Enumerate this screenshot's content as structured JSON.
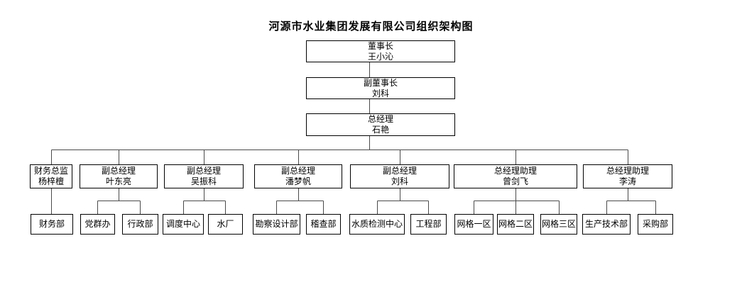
{
  "title": "河源市水业集团发展有限公司组织架构图",
  "colors": {
    "background": "#ffffff",
    "box_border": "#000000",
    "connector_line": "#4a4a4a",
    "text": "#000000"
  },
  "org": {
    "chairman": {
      "title": "董事长",
      "name": "王小沁"
    },
    "vice_chairman": {
      "title": "副董事长",
      "name": "刘科"
    },
    "general_manager": {
      "title": "总经理",
      "name": "石艳"
    },
    "executives": [
      {
        "title": "财务总监",
        "name": "杨梓檀",
        "departments": [
          "财务部"
        ]
      },
      {
        "title": "副总经理",
        "name": "叶东亮",
        "departments": [
          "党群办",
          "行政部"
        ]
      },
      {
        "title": "副总经理",
        "name": "吴振科",
        "departments": [
          "调度中心",
          "水厂"
        ]
      },
      {
        "title": "副总经理",
        "name": "潘梦帆",
        "departments": [
          "勘察设计部",
          "稽查部"
        ]
      },
      {
        "title": "副总经理",
        "name": "刘科",
        "departments": [
          "水质检测中心",
          "工程部"
        ]
      },
      {
        "title": "总经理助理",
        "name": "曾剑飞",
        "departments": [
          "网格一区",
          "网格二区",
          "网格三区"
        ]
      },
      {
        "title": "总经理助理",
        "name": "李涛",
        "departments": [
          "生产技术部",
          "采购部"
        ]
      }
    ]
  }
}
